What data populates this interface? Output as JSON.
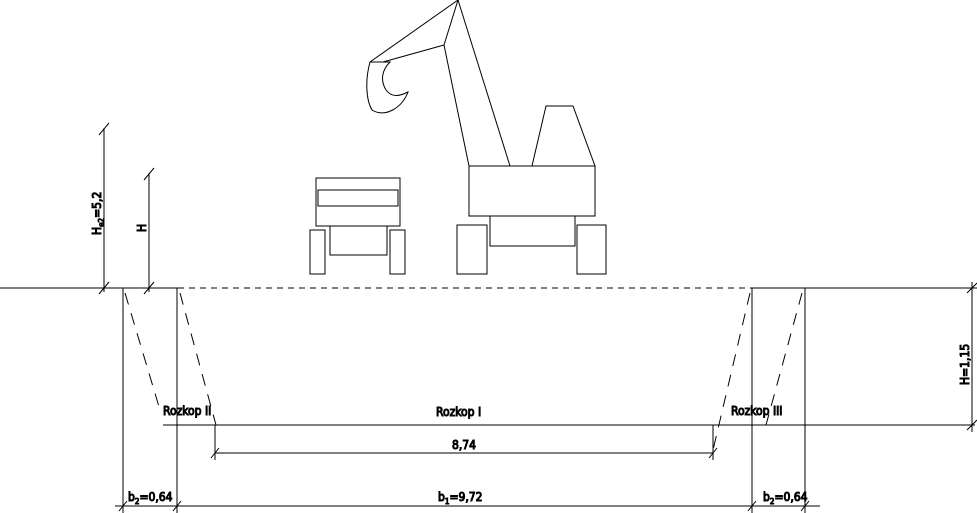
{
  "labels": {
    "h_total": {
      "main": "H",
      "sub": "e2",
      "value": "=5,2"
    },
    "h": "H",
    "h_depth": "H=1,15",
    "rozkop_1": "Rozkop I",
    "rozkop_2": "Rozkop II",
    "rozkop_3": "Rozkop III",
    "dim_inner": "8,74",
    "b1": {
      "main": "b",
      "sub": "1",
      "value": "=9,72"
    },
    "b2": {
      "main": "b",
      "sub": "2",
      "value": "=0,64"
    },
    "b3": {
      "main": "b",
      "sub": "2",
      "value": "=0,64"
    }
  }
}
